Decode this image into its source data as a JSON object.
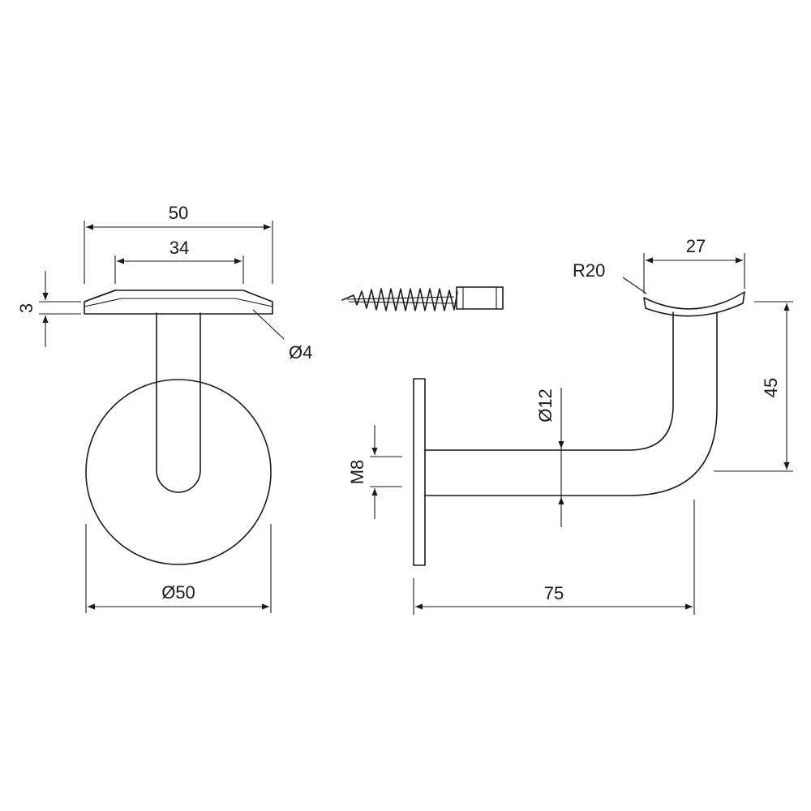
{
  "dimensions": {
    "plate_width": "50",
    "plate_inner_width": "34",
    "plate_thickness": "3",
    "hole_diameter": "Ø4",
    "base_diameter": "Ø50",
    "saddle_radius": "R20",
    "saddle_width": "27",
    "rise_height": "45",
    "tube_diameter": "Ø12",
    "thread_size": "M8",
    "projection_length": "75"
  },
  "colors": {
    "line": "#1a1a1a",
    "background": "#ffffff"
  }
}
